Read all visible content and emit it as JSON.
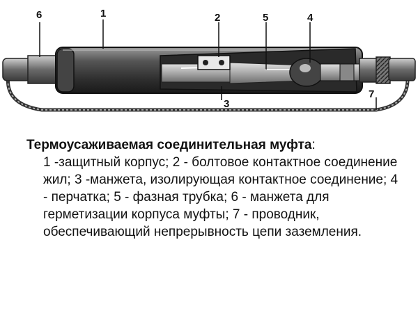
{
  "diagram": {
    "labels": {
      "l1": "1",
      "l2": "2",
      "l3": "3",
      "l4": "4",
      "l5": "5",
      "l6": "6",
      "l7": "7"
    }
  },
  "caption": {
    "title": "Термоусаживаемая соединительная муфта",
    "colon": ":",
    "description": "1 -защитный корпус; 2 - болтовое контактное соединение жил; 3 -манжета, изолирующая контактное соединение; 4 - перчатка; 5 - фазная трубка; 6 - манжета для герметизации корпуса муфты; 7 - проводник, обеспечивающий непрерывность цепи заземления."
  }
}
